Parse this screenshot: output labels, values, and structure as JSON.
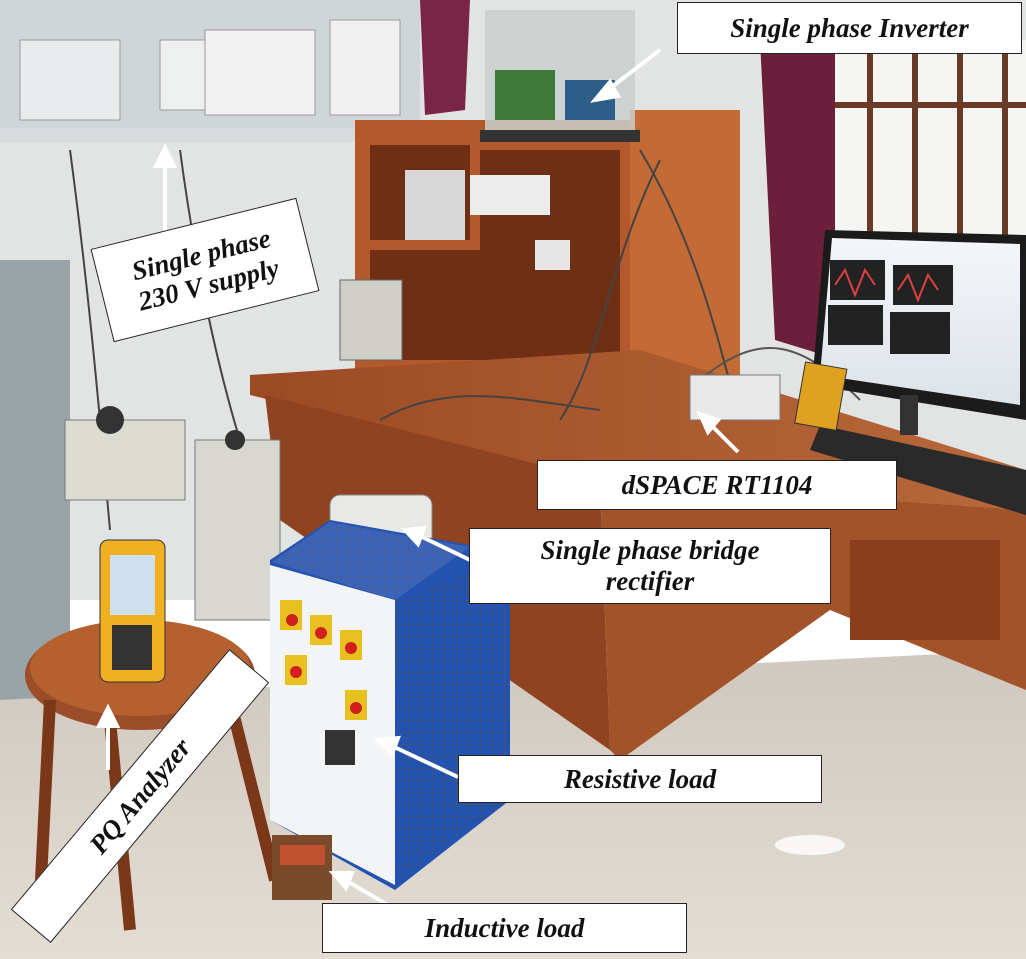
{
  "photo": {
    "scene": "laboratory test bench",
    "colors": {
      "wall": "#e3e6e4",
      "desk": "#a0522d",
      "floor": "#d9d4cd",
      "curtain": "#6b1f3a",
      "cabinet_frame": "#1f4fa8",
      "label_bg": "#ffffff"
    }
  },
  "labels": {
    "inverter": "Single phase Inverter",
    "supply": "Single phase\n230 V supply",
    "dspace": "dSPACE RT1104",
    "rectifier": "Single phase bridge\nrectifier",
    "resistive": "Resistive load",
    "inductive": "Inductive load",
    "pq": "PQ Analyzer"
  }
}
